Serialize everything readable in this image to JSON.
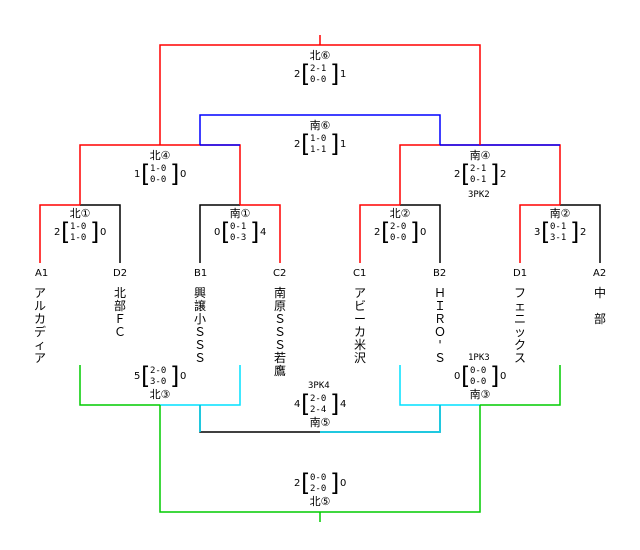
{
  "colors": {
    "red": "#ff0000",
    "blue": "#0000ff",
    "green": "#00cc00",
    "cyan": "#00e0ff",
    "black": "#000000"
  },
  "teams": [
    {
      "code": "A1",
      "name": "アルカディア"
    },
    {
      "code": "D2",
      "name": "北部ＦＣ"
    },
    {
      "code": "B1",
      "name": "興譲小ＳＳＳ"
    },
    {
      "code": "C2",
      "name": "南原ＳＳＳ若鷹"
    },
    {
      "code": "C1",
      "name": "アビーカ米沢"
    },
    {
      "code": "B2",
      "name": "ＨＩＲＯ'Ｓ"
    },
    {
      "code": "D1",
      "name": "フェニックス"
    },
    {
      "code": "A2",
      "name": "中　部"
    }
  ],
  "matches": {
    "kita1": {
      "label": "北①",
      "left": "2",
      "right": "0",
      "h1": "1-0",
      "h2": "1-0"
    },
    "minami1": {
      "label": "南①",
      "left": "0",
      "right": "4",
      "h1": "0-1",
      "h2": "0-3"
    },
    "kita2": {
      "label": "北②",
      "left": "2",
      "right": "0",
      "h1": "2-0",
      "h2": "0-0"
    },
    "minami2": {
      "label": "南②",
      "left": "3",
      "right": "2",
      "h1": "0-1",
      "h2": "3-1"
    },
    "kita4": {
      "label": "北④",
      "left": "1",
      "right": "0",
      "h1": "1-0",
      "h2": "0-0"
    },
    "minami4": {
      "label": "南④",
      "left": "2",
      "right": "2",
      "h1": "2-1",
      "h2": "0-1",
      "pk": "3PK2"
    },
    "minami6": {
      "label": "南⑥",
      "left": "2",
      "right": "1",
      "h1": "1-0",
      "h2": "1-1"
    },
    "kita6": {
      "label": "北⑥",
      "left": "2",
      "right": "1",
      "h1": "2-1",
      "h2": "0-0"
    },
    "kita3": {
      "label": "北③",
      "left": "5",
      "right": "0",
      "h1": "2-0",
      "h2": "3-0"
    },
    "minami3": {
      "label": "南③",
      "left": "0",
      "right": "0",
      "h1": "0-0",
      "h2": "0-0",
      "pk": "1PK3"
    },
    "minami5": {
      "label": "南⑤",
      "left": "4",
      "right": "4",
      "h1": "2-0",
      "h2": "2-4",
      "pk": "3PK4"
    },
    "kita5": {
      "label": "北⑤",
      "left": "2",
      "right": "0",
      "h1": "0-0",
      "h2": "2-0"
    }
  }
}
